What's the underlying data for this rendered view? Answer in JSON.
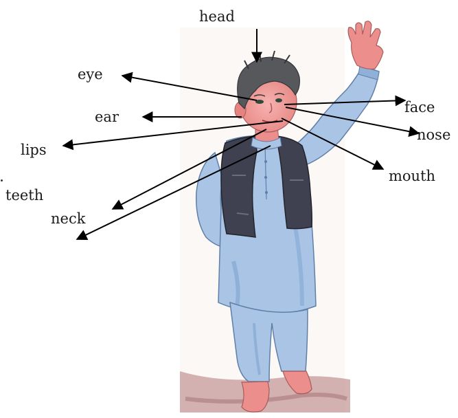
{
  "labels": {
    "head": "head",
    "eye": "eye",
    "ear": "ear",
    "lips": "lips",
    "teeth": "teeth",
    "neck": "neck",
    "face": "face",
    "nose": "nose",
    "mouth": "mouth"
  },
  "colors": {
    "shirt": "#a9c4e4",
    "shirt_shadow": "#7ea3cf",
    "vest": "#3f4150",
    "skin": "#ee9a9a",
    "hair": "#57585c",
    "ground": "#b98e8e",
    "arrow": "#000000"
  }
}
